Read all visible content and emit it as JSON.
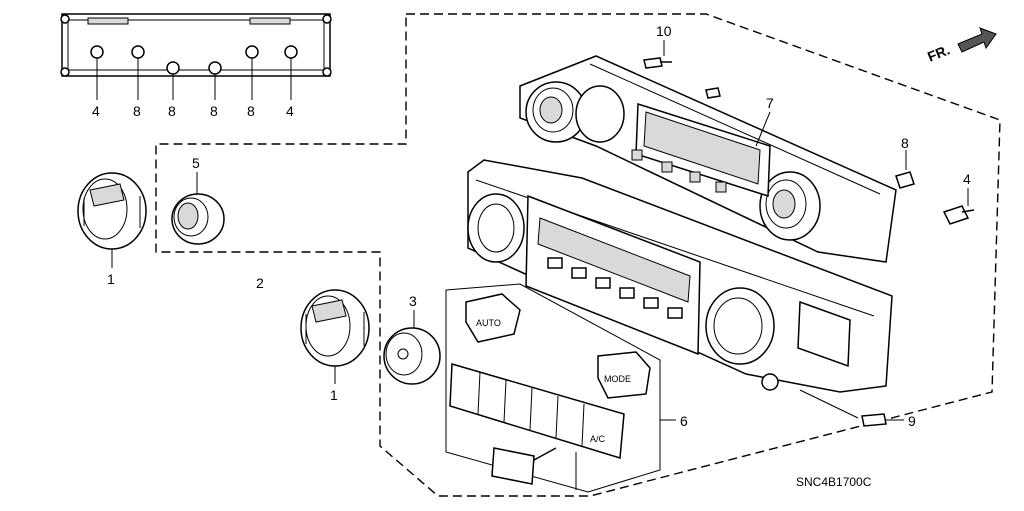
{
  "diagram": {
    "direction_label": "FR.",
    "part_code": "SNC4B1700C",
    "callouts": [
      {
        "id": "c4a",
        "label": "4"
      },
      {
        "id": "c8a",
        "label": "8"
      },
      {
        "id": "c8b",
        "label": "8"
      },
      {
        "id": "c8c",
        "label": "8"
      },
      {
        "id": "c8d",
        "label": "8"
      },
      {
        "id": "c4b",
        "label": "4"
      },
      {
        "id": "c1a",
        "label": "1"
      },
      {
        "id": "c5",
        "label": "5"
      },
      {
        "id": "c2",
        "label": "2"
      },
      {
        "id": "c1b",
        "label": "1"
      },
      {
        "id": "c3",
        "label": "3"
      },
      {
        "id": "c10",
        "label": "10"
      },
      {
        "id": "c7",
        "label": "7"
      },
      {
        "id": "c8e",
        "label": "8"
      },
      {
        "id": "c4c",
        "label": "4"
      },
      {
        "id": "c6",
        "label": "6"
      },
      {
        "id": "c9",
        "label": "9"
      }
    ],
    "button_labels": {
      "auto": "AUTO",
      "mode": "MODE",
      "ac": "A/C"
    }
  }
}
